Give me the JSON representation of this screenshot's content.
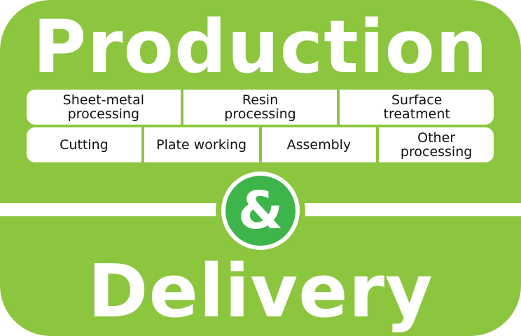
{
  "title_top": "Production",
  "title_bottom": "Delivery",
  "ampersand": "&",
  "row1": [
    "Sheet-metal\nprocessing",
    "Resin\nprocessing",
    "Surface\ntreatment"
  ],
  "row2": [
    "Cutting",
    "Plate working",
    "Assembly",
    "Other\nprocessing"
  ],
  "colors": {
    "panel": "#8cc63f",
    "badge": "#3db54a",
    "cell": "#ffffff"
  }
}
